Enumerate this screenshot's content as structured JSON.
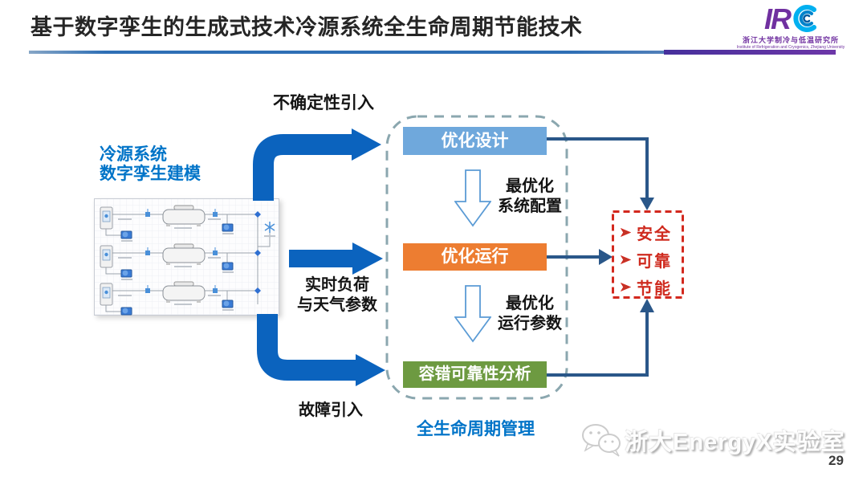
{
  "slide": {
    "title": "基于数字孪生的生成式技术冷源系统全生命周期节能技术",
    "page_number": "29"
  },
  "logo": {
    "acronym_ir": "IR",
    "institute_cn": "浙江大学制冷与低温研究所",
    "institute_en": "Institute of Refrigeration and Cryogenics, Zhejiang University"
  },
  "left": {
    "model_label_line1": "冷源系统",
    "model_label_line2": "数字孪生建模",
    "diagram_description": "cold-source-system digital-twin schematic with cooling towers, pumps, chillers and valves"
  },
  "arrows": {
    "top_label": "不确定性引入",
    "middle_label_line1": "实时负荷",
    "middle_label_line2": "与天气参数",
    "bottom_label": "故障引入"
  },
  "process": {
    "design": "优化设计",
    "design_outcome_line1": "最优化",
    "design_outcome_line2": "系统配置",
    "operation": "优化运行",
    "operation_outcome_line1": "最优化",
    "operation_outcome_line2": "运行参数",
    "fault": "容错可靠性分析",
    "caption": "全生命周期管理"
  },
  "goals": {
    "bullet_icon": "arrowhead-right",
    "items": [
      "安全",
      "可靠",
      "节能"
    ]
  },
  "watermark": {
    "icon": "wechat-icon",
    "text": "浙大EnergyX实验室"
  },
  "colors": {
    "stage_design": "#6fa8dc",
    "stage_operation": "#ed7d31",
    "stage_fault": "#6d9a41",
    "big_arrow_blue": "#0b63be",
    "connector_navy": "#2a5789",
    "goal_red": "#cf2a1e",
    "frame_dash": "#8ba7af",
    "blue_text": "#0074c8",
    "logo_purple": "#7030a0"
  }
}
